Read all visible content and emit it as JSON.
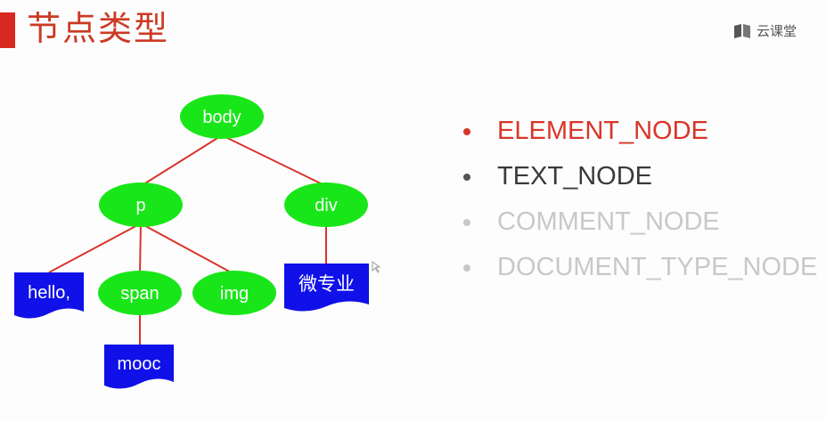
{
  "header": {
    "title": "节点类型",
    "logo_text": "云课堂",
    "logo_icon": "book-icon"
  },
  "diagram": {
    "element_nodes": [
      {
        "id": "body",
        "label": "body"
      },
      {
        "id": "p",
        "label": "p"
      },
      {
        "id": "div",
        "label": "div"
      },
      {
        "id": "span",
        "label": "span"
      },
      {
        "id": "img",
        "label": "img"
      }
    ],
    "text_nodes": [
      {
        "id": "hello",
        "label": "hello,"
      },
      {
        "id": "mooc",
        "label": "mooc"
      },
      {
        "id": "weizhuanye",
        "label": "微专业"
      }
    ],
    "edges": [
      [
        "body",
        "p"
      ],
      [
        "body",
        "div"
      ],
      [
        "p",
        "hello"
      ],
      [
        "p",
        "span"
      ],
      [
        "p",
        "img"
      ],
      [
        "div",
        "weizhuanye"
      ],
      [
        "span",
        "mooc"
      ]
    ],
    "colors": {
      "element": "#19e619",
      "text": "#1010e8",
      "edge": "#d8352a"
    }
  },
  "node_types": [
    {
      "label": "ELEMENT_NODE",
      "color": "#d8352a",
      "dot": "#d8352a"
    },
    {
      "label": "TEXT_NODE",
      "color": "#3a3a3a",
      "dot": "#555555"
    },
    {
      "label": "COMMENT_NODE",
      "color": "#c8c8c8",
      "dot": "#c8c8c8"
    },
    {
      "label": "DOCUMENT_TYPE_NODE",
      "color": "#c8c8c8",
      "dot": "#c8c8c8"
    }
  ]
}
